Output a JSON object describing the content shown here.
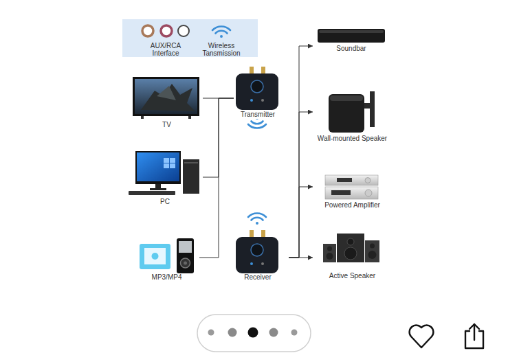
{
  "diagram": {
    "nodes": [
      {
        "text": [
          "TV"
        ]
      },
      {
        "text": [
          "PC"
        ]
      },
      {
        "text": [
          "MP3/MP4"
        ]
      },
      {
        "text": [
          "Transmitter"
        ]
      },
      {
        "text": [
          "Receiver"
        ]
      },
      {
        "text": [
          "Soundbar"
        ]
      },
      {
        "text": [
          "Wall-mounted Speaker"
        ]
      },
      {
        "text": [
          "Powered Amplifier"
        ]
      },
      {
        "text": [
          "Active Speaker"
        ]
      }
    ],
    "edges": [
      {
        "from": 0,
        "to": 3,
        "arrow": "none"
      },
      {
        "from": 1,
        "to": 3,
        "arrow": "none"
      },
      {
        "from": 2,
        "to": 3,
        "arrow": "none"
      },
      {
        "from": 4,
        "to": 5,
        "arrow": "to"
      },
      {
        "from": 4,
        "to": 6,
        "arrow": "to"
      },
      {
        "from": 4,
        "to": 7,
        "arrow": "to"
      },
      {
        "from": 4,
        "to": 8,
        "arrow": "to"
      }
    ],
    "legend": [
      {
        "text": "AUX/RCA Interface"
      },
      {
        "text": "Wireless Tansmission"
      }
    ]
  }
}
